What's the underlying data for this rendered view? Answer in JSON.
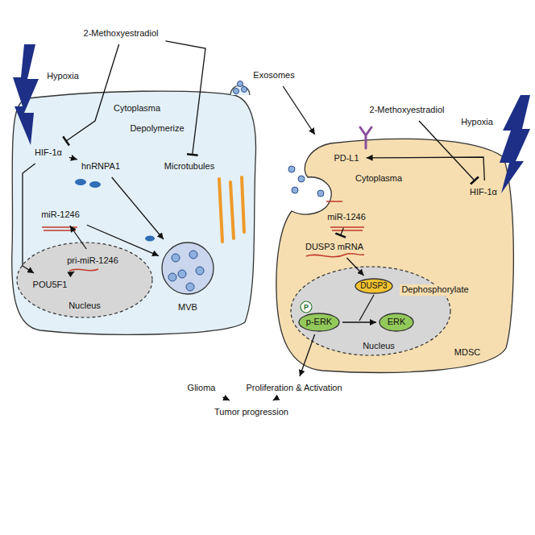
{
  "diagram": {
    "nodes": [
      {
        "text": [
          "Cytoplasma"
        ]
      },
      {
        "text": [
          "Nucleus"
        ],
        "in": 0
      },
      {
        "text": [
          "MVB"
        ],
        "in": 0
      },
      {
        "text": [
          "Cytoplasma",
          "MDSC"
        ]
      },
      {
        "text": [
          "Nucleus"
        ],
        "in": 3
      },
      {
        "text": [
          "DUSP3"
        ],
        "in": 4
      },
      {
        "text": [
          "p-ERK"
        ],
        "in": 4
      },
      {
        "text": [
          "ERK"
        ],
        "in": 4
      },
      {
        "text": [
          "2-Methoxyestradiol"
        ]
      },
      {
        "text": [
          "HIF-1α"
        ],
        "in": 0
      },
      {
        "text": [
          "hnRNPA1"
        ],
        "in": 0
      },
      {
        "text": [
          "Microtubules"
        ],
        "in": 0
      },
      {
        "text": [
          "miR-1246"
        ],
        "in": 0
      },
      {
        "text": [
          "POU5F1"
        ],
        "in": 1
      },
      {
        "text": [
          "pri-miR-1246"
        ],
        "in": 1
      },
      {
        "text": [
          "Exosomes"
        ]
      },
      {
        "text": [
          "2-Methoxyestradiol"
        ]
      },
      {
        "text": [
          "HIF-1α"
        ],
        "in": 3
      },
      {
        "text": [
          "PD-L1"
        ],
        "in": 3
      },
      {
        "text": [
          "miR-1246"
        ],
        "in": 3
      },
      {
        "text": [
          "DUSP3 mRNA"
        ],
        "in": 3
      },
      {
        "text": [
          "Glioma"
        ]
      },
      {
        "text": [
          "Proliferation & Activation"
        ]
      },
      {
        "text": [
          "Tumor progression"
        ]
      }
    ],
    "edges": [
      {
        "from": 8,
        "to": 9,
        "arrow": "to"
      },
      {
        "from": 8,
        "to": 11,
        "label": "Depolymerize",
        "arrow": "to"
      },
      {
        "from": 9,
        "to": 10,
        "arrow": "to"
      },
      {
        "from": 9,
        "to": 13,
        "arrow": "to"
      },
      {
        "from": 13,
        "to": 14,
        "arrow": "to"
      },
      {
        "from": 14,
        "to": 12,
        "arrow": "to"
      },
      {
        "from": 12,
        "to": 2,
        "arrow": "to"
      },
      {
        "from": 10,
        "to": 2,
        "arrow": "to"
      },
      {
        "from": 15,
        "to": 3,
        "arrow": "to"
      },
      {
        "from": 16,
        "to": 17,
        "arrow": "to"
      },
      {
        "from": 17,
        "to": 18,
        "arrow": "to"
      },
      {
        "from": 19,
        "to": 20,
        "arrow": "to"
      },
      {
        "from": 20,
        "to": 5,
        "arrow": "to"
      },
      {
        "from": 6,
        "to": 7,
        "arrow": "to"
      },
      {
        "from": 6,
        "to": 22,
        "arrow": "to"
      },
      {
        "from": 21,
        "to": 23,
        "arrow": "to"
      },
      {
        "from": 22,
        "to": 23,
        "arrow": "to"
      }
    ],
    "labels": [
      "Hypoxia",
      "Hypoxia",
      "Dephosphorylate",
      "P"
    ]
  }
}
